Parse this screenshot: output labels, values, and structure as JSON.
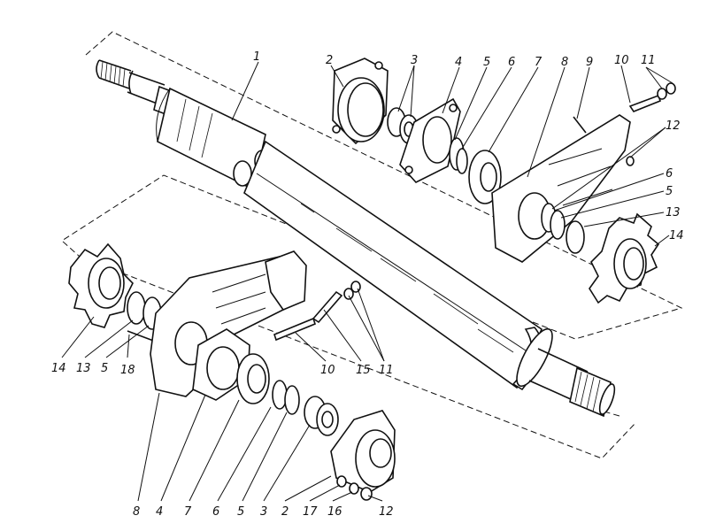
{
  "diagram": {
    "callouts": {
      "upper": [
        "1",
        "2",
        "3",
        "4",
        "5",
        "6",
        "7",
        "8",
        "9",
        "10",
        "11",
        "12",
        "6",
        "5",
        "13",
        "14"
      ],
      "lower": [
        "14",
        "13",
        "5",
        "18",
        "10",
        "15",
        "11",
        "8",
        "4",
        "7",
        "6",
        "5",
        "3",
        "2",
        "17",
        "16",
        "12"
      ]
    }
  }
}
